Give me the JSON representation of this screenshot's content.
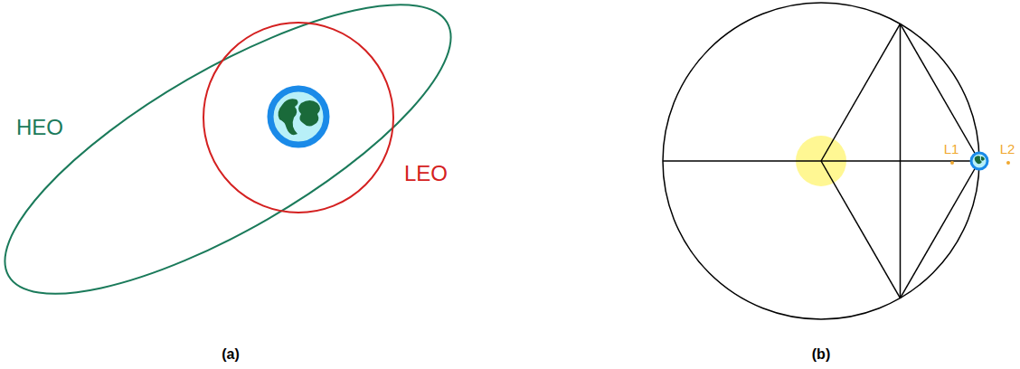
{
  "diagram": {
    "labels": [
      "HEO",
      "LEO",
      "(a)",
      "L1",
      "L2",
      "(b)"
    ]
  }
}
